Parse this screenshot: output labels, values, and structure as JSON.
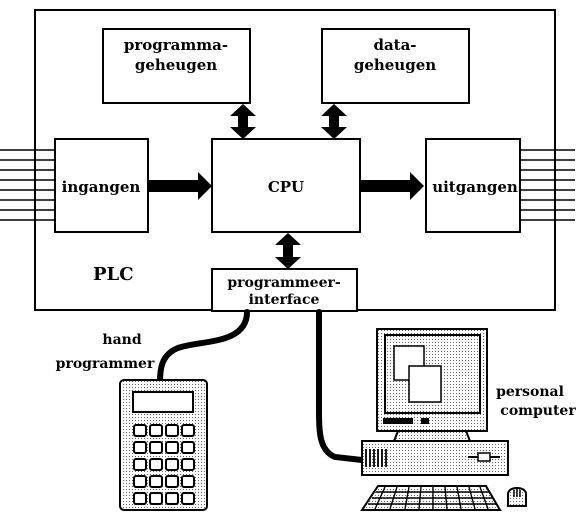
{
  "plc": {
    "label": "PLC",
    "program_memory": {
      "line1": "programma-",
      "line2": "geheugen"
    },
    "data_memory": {
      "line1": "data-",
      "line2": "geheugen"
    },
    "cpu": "CPU",
    "inputs": "ingangen",
    "outputs": "uitgangen",
    "programming_interface": {
      "line1": "programmeer-",
      "line2": "interface"
    }
  },
  "hand_programmer": {
    "line1": "hand",
    "line2": "programmer"
  },
  "personal_computer": {
    "line1": "personal",
    "line2": "computer"
  }
}
